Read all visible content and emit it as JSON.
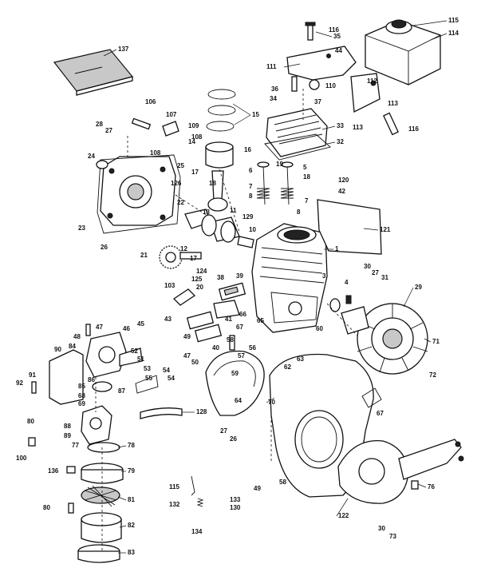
{
  "callouts": [
    {
      "id": "c115a",
      "text": "115"
    },
    {
      "id": "c114",
      "text": "114"
    },
    {
      "id": "c116a",
      "text": "116"
    },
    {
      "id": "c35",
      "text": "35"
    },
    {
      "id": "c44",
      "text": "44"
    },
    {
      "id": "c137",
      "text": "137"
    },
    {
      "id": "c111",
      "text": "111"
    },
    {
      "id": "c112",
      "text": "112"
    },
    {
      "id": "c113a",
      "text": "113"
    },
    {
      "id": "c113b",
      "text": "113"
    },
    {
      "id": "c116b",
      "text": "116"
    },
    {
      "id": "c36",
      "text": "36"
    },
    {
      "id": "c110",
      "text": "110"
    },
    {
      "id": "c34",
      "text": "34"
    },
    {
      "id": "c37",
      "text": "37"
    },
    {
      "id": "c15",
      "text": "15"
    },
    {
      "id": "c106",
      "text": "106"
    },
    {
      "id": "c107",
      "text": "107"
    },
    {
      "id": "c28",
      "text": "28"
    },
    {
      "id": "c27a",
      "text": "27"
    },
    {
      "id": "c109",
      "text": "109"
    },
    {
      "id": "c108a",
      "text": "108"
    },
    {
      "id": "c108b",
      "text": "108"
    },
    {
      "id": "c33",
      "text": "33"
    },
    {
      "id": "c14",
      "text": "14"
    },
    {
      "id": "c32",
      "text": "32"
    },
    {
      "id": "c24",
      "text": "24"
    },
    {
      "id": "c25",
      "text": "25"
    },
    {
      "id": "c16",
      "text": "16"
    },
    {
      "id": "c17a",
      "text": "17"
    },
    {
      "id": "c126",
      "text": "126"
    },
    {
      "id": "c19",
      "text": "19"
    },
    {
      "id": "c6",
      "text": "6"
    },
    {
      "id": "c18a",
      "text": "18"
    },
    {
      "id": "c5",
      "text": "5"
    },
    {
      "id": "c120",
      "text": "120"
    },
    {
      "id": "c18b",
      "text": "18"
    },
    {
      "id": "c42",
      "text": "42"
    },
    {
      "id": "c7a",
      "text": "7"
    },
    {
      "id": "c7b",
      "text": "7"
    },
    {
      "id": "c8a",
      "text": "8"
    },
    {
      "id": "c8b",
      "text": "8"
    },
    {
      "id": "c22",
      "text": "22"
    },
    {
      "id": "c11",
      "text": "11"
    },
    {
      "id": "c129",
      "text": "129"
    },
    {
      "id": "c121",
      "text": "121"
    },
    {
      "id": "c23",
      "text": "23"
    },
    {
      "id": "c13",
      "text": "13"
    },
    {
      "id": "c10",
      "text": "10"
    },
    {
      "id": "c26",
      "text": "26"
    },
    {
      "id": "c12",
      "text": "12"
    },
    {
      "id": "c1",
      "text": "1"
    },
    {
      "id": "c21",
      "text": "21"
    },
    {
      "id": "c17b",
      "text": "17"
    },
    {
      "id": "c124",
      "text": "124"
    },
    {
      "id": "c125",
      "text": "125"
    },
    {
      "id": "c20",
      "text": "20"
    },
    {
      "id": "c30a",
      "text": "30"
    },
    {
      "id": "c27b",
      "text": "27"
    },
    {
      "id": "c31",
      "text": "31"
    },
    {
      "id": "c3",
      "text": "3"
    },
    {
      "id": "c4",
      "text": "4"
    },
    {
      "id": "c29",
      "text": "29"
    },
    {
      "id": "c103",
      "text": "103"
    },
    {
      "id": "c43",
      "text": "43"
    },
    {
      "id": "c39",
      "text": "39"
    },
    {
      "id": "c38",
      "text": "38"
    },
    {
      "id": "c41",
      "text": "41"
    },
    {
      "id": "c66",
      "text": "66"
    },
    {
      "id": "c67a",
      "text": "67"
    },
    {
      "id": "c65",
      "text": "65"
    },
    {
      "id": "c45",
      "text": "45"
    },
    {
      "id": "c46",
      "text": "46"
    },
    {
      "id": "c47a",
      "text": "47"
    },
    {
      "id": "c48",
      "text": "48"
    },
    {
      "id": "c49",
      "text": "49"
    },
    {
      "id": "c47b",
      "text": "47"
    },
    {
      "id": "c50",
      "text": "50"
    },
    {
      "id": "c40",
      "text": "40"
    },
    {
      "id": "c57",
      "text": "57"
    },
    {
      "id": "c56",
      "text": "56"
    },
    {
      "id": "c58",
      "text": "58"
    },
    {
      "id": "c60",
      "text": "60"
    },
    {
      "id": "c63",
      "text": "63"
    },
    {
      "id": "c62",
      "text": "62"
    },
    {
      "id": "c90",
      "text": "90"
    },
    {
      "id": "c84",
      "text": "84"
    },
    {
      "id": "c52",
      "text": "52"
    },
    {
      "id": "c51",
      "text": "51"
    },
    {
      "id": "c53",
      "text": "53"
    },
    {
      "id": "c55",
      "text": "55"
    },
    {
      "id": "c54a",
      "text": "54"
    },
    {
      "id": "c54b",
      "text": "54"
    },
    {
      "id": "c59",
      "text": "59"
    },
    {
      "id": "c86",
      "text": "86"
    },
    {
      "id": "c87",
      "text": "87"
    },
    {
      "id": "c71",
      "text": "71"
    },
    {
      "id": "c72",
      "text": "72"
    },
    {
      "id": "c91",
      "text": "91"
    },
    {
      "id": "c92",
      "text": "92"
    },
    {
      "id": "c85",
      "text": "85"
    },
    {
      "id": "c68",
      "text": "68"
    },
    {
      "id": "c69",
      "text": "69"
    },
    {
      "id": "c70",
      "text": "70"
    },
    {
      "id": "c67b",
      "text": "67"
    },
    {
      "id": "c64",
      "text": "64"
    },
    {
      "id": "c88",
      "text": "88"
    },
    {
      "id": "c128",
      "text": "128"
    },
    {
      "id": "c80a",
      "text": "80"
    },
    {
      "id": "c89",
      "text": "89"
    },
    {
      "id": "c77",
      "text": "77"
    },
    {
      "id": "c27c",
      "text": "27"
    },
    {
      "id": "c26b",
      "text": "26"
    },
    {
      "id": "c78",
      "text": "78"
    },
    {
      "id": "c100",
      "text": "100"
    },
    {
      "id": "c136",
      "text": "136"
    },
    {
      "id": "c79",
      "text": "79"
    },
    {
      "id": "c80b",
      "text": "80"
    },
    {
      "id": "c81",
      "text": "81"
    },
    {
      "id": "c82",
      "text": "82"
    },
    {
      "id": "c83",
      "text": "83"
    },
    {
      "id": "c115b",
      "text": "115"
    },
    {
      "id": "c132",
      "text": "132"
    },
    {
      "id": "c133",
      "text": "133"
    },
    {
      "id": "c130",
      "text": "130"
    },
    {
      "id": "c134",
      "text": "134"
    },
    {
      "id": "c49b",
      "text": "49"
    },
    {
      "id": "c58b",
      "text": "58"
    },
    {
      "id": "c76",
      "text": "76"
    },
    {
      "id": "c122",
      "text": "122"
    },
    {
      "id": "c30b",
      "text": "30"
    },
    {
      "id": "c73",
      "text": "73"
    }
  ]
}
